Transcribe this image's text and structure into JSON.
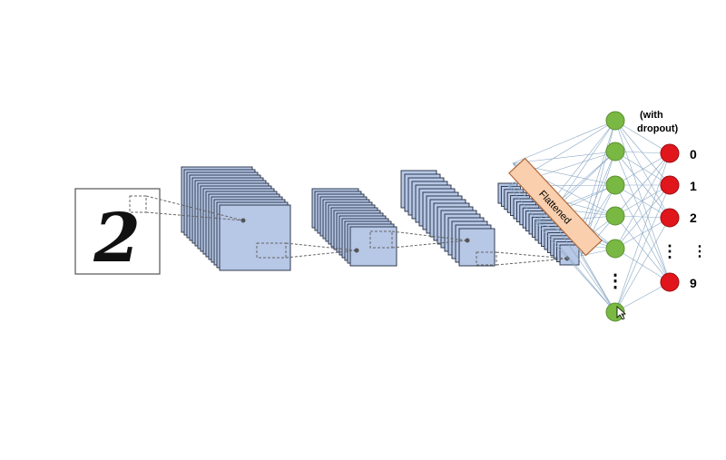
{
  "diagram": {
    "input_digit": "2",
    "flatten_label": "Flattened",
    "dropout_note": {
      "line1": "(with",
      "line2": "dropout)"
    },
    "output_labels": [
      "0",
      "1",
      "2",
      "⋮",
      "9"
    ],
    "hidden_ellipsis": "⋮",
    "colors": {
      "feature_map_fill": "#b7c7e6",
      "feature_map_stroke": "#1f2b3d",
      "flatten_fill": "#f9cfae",
      "flatten_stroke": "#b06a3c",
      "hidden_node": "#79b843",
      "output_node": "#e0161c",
      "connection": "#8aa8c4"
    }
  }
}
